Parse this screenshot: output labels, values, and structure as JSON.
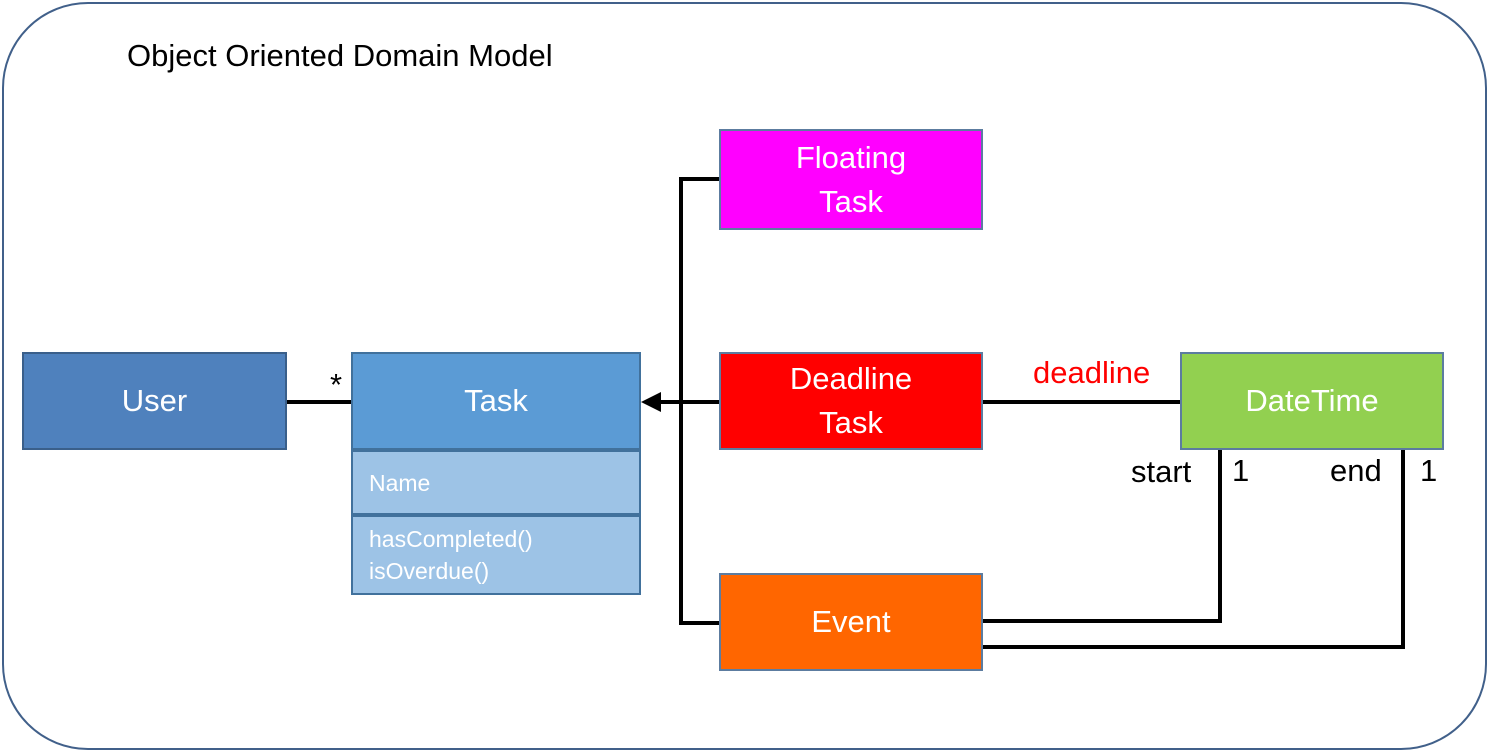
{
  "title": "Object Oriented Domain Model",
  "classes": {
    "user": "User",
    "task": "Task",
    "task_attribute": "Name",
    "task_methods": "hasCompleted()\nisOverdue()",
    "floating_task": "Floating\nTask",
    "deadline_task": "Deadline\nTask",
    "event": "Event",
    "datetime": "DateTime"
  },
  "labels": {
    "user_task_multiplicity": "*",
    "deadline_role": "deadline",
    "start_role": "start",
    "start_multiplicity": "1",
    "end_role": "end",
    "end_multiplicity": "1"
  },
  "colors": {
    "frame": "#41608a",
    "user": "#4f81bd",
    "task": "#5b9bd5",
    "task_compartment": "#9dc3e6",
    "floating_task": "#ff00ff",
    "deadline_task": "#ff0000",
    "event": "#ff6600",
    "datetime": "#92d050",
    "deadline_label": "#ff0000"
  }
}
